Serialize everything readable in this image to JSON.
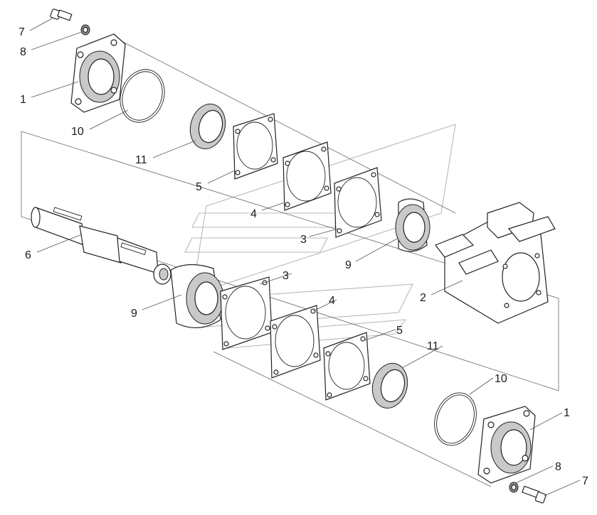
{
  "callouts": [
    {
      "id": "c7-top",
      "text": "7"
    },
    {
      "id": "c8-top",
      "text": "8"
    },
    {
      "id": "c1-top",
      "text": "1"
    },
    {
      "id": "c10-top",
      "text": "10"
    },
    {
      "id": "c11-top",
      "text": "11"
    },
    {
      "id": "c5-top",
      "text": "5"
    },
    {
      "id": "c4-top",
      "text": "4"
    },
    {
      "id": "c3-top",
      "text": "3"
    },
    {
      "id": "c6",
      "text": "6"
    },
    {
      "id": "c9-top",
      "text": "9"
    },
    {
      "id": "c3-mid",
      "text": "3"
    },
    {
      "id": "c9-low",
      "text": "9"
    },
    {
      "id": "c2",
      "text": "2"
    },
    {
      "id": "c4-low",
      "text": "4"
    },
    {
      "id": "c5-low",
      "text": "5"
    },
    {
      "id": "c11-low",
      "text": "11"
    },
    {
      "id": "c10-low",
      "text": "10"
    },
    {
      "id": "c1-low",
      "text": "1"
    },
    {
      "id": "c8-low",
      "text": "8"
    },
    {
      "id": "c7-low",
      "text": "7"
    }
  ]
}
